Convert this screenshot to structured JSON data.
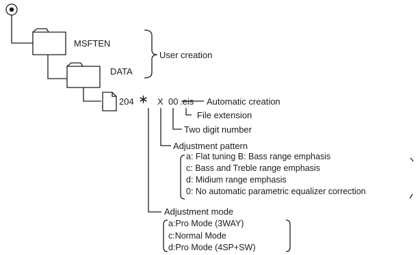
{
  "tree": {
    "folder1": "MSFTEN",
    "folder2": "DATA",
    "user_creation": "User creation"
  },
  "filename": {
    "prefix": "204",
    "star": "∗",
    "x": "X",
    "digits": "00",
    "ext": ".eis",
    "auto_creation": "Automatic creation"
  },
  "labels": {
    "file_extension": "File extension",
    "two_digit": "Two digit number",
    "adjustment_pattern": "Adjustment pattern",
    "adjustment_mode": "Adjustment mode"
  },
  "pattern_options": [
    "a:  Flat tuning  B: Bass range emphasis",
    "c:  Bass and Treble range emphasis",
    "d:  Midium range emphasis",
    "0:  No automatic parametric equalizer correction"
  ],
  "mode_options": [
    "a:Pro Mode (3WAY)",
    "c:Normal Mode",
    "d:Pro Mode (4SP+SW)"
  ]
}
